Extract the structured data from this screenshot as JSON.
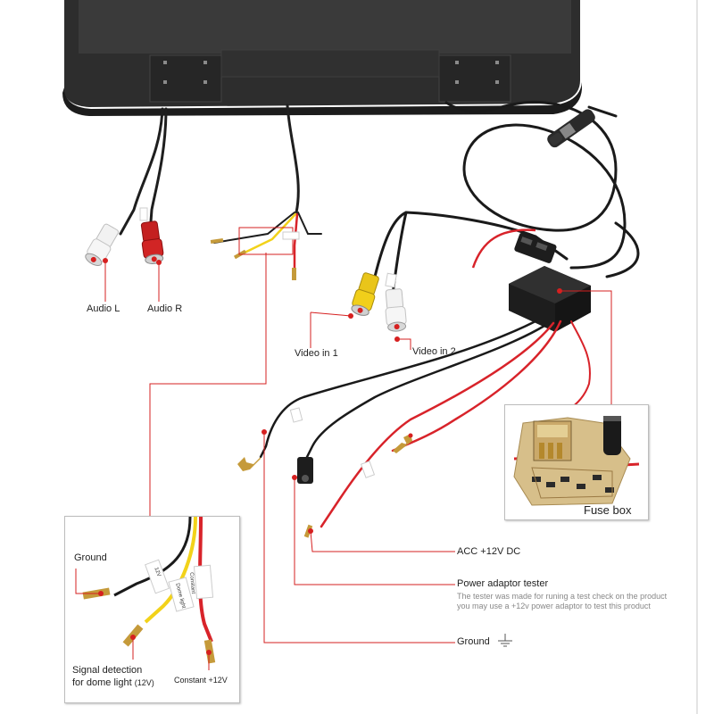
{
  "colors": {
    "callout_line": "#d62020",
    "monitor_body": "#2b2b2b",
    "wire_black": "#1e1e1e",
    "wire_red": "#d8232a",
    "wire_yellow": "#f2d21a",
    "rca_red": "#cc1f1f",
    "rca_white": "#f4f4f4",
    "rca_yellow": "#f1cf1a"
  },
  "icons": [
    "rca-connector",
    "fork-terminal",
    "ground-symbol",
    "fuse-box",
    "power-tester-plug"
  ],
  "labels": {
    "audio_l": "Audio L",
    "audio_r": "Audio R",
    "video_in_1": "Video in 1",
    "video_in_2": "Video in 2",
    "fuse_box": "Fuse box",
    "acc": "ACC +12V DC",
    "power_tester": "Power adaptor tester",
    "power_tester_note": "The tester was made for runing a test check on the product you may use a +12v power adaptor to test this product",
    "ground": "Ground"
  },
  "inset": {
    "ground": "Ground",
    "signal_detection": "Signal detection",
    "for_dome_light": "for dome light",
    "for_dome_light_unit": "(12V)",
    "constant": "Constant +12V",
    "tag_constant": "Constant",
    "tag_12v": "12V",
    "tag_dome": "Dome light"
  }
}
